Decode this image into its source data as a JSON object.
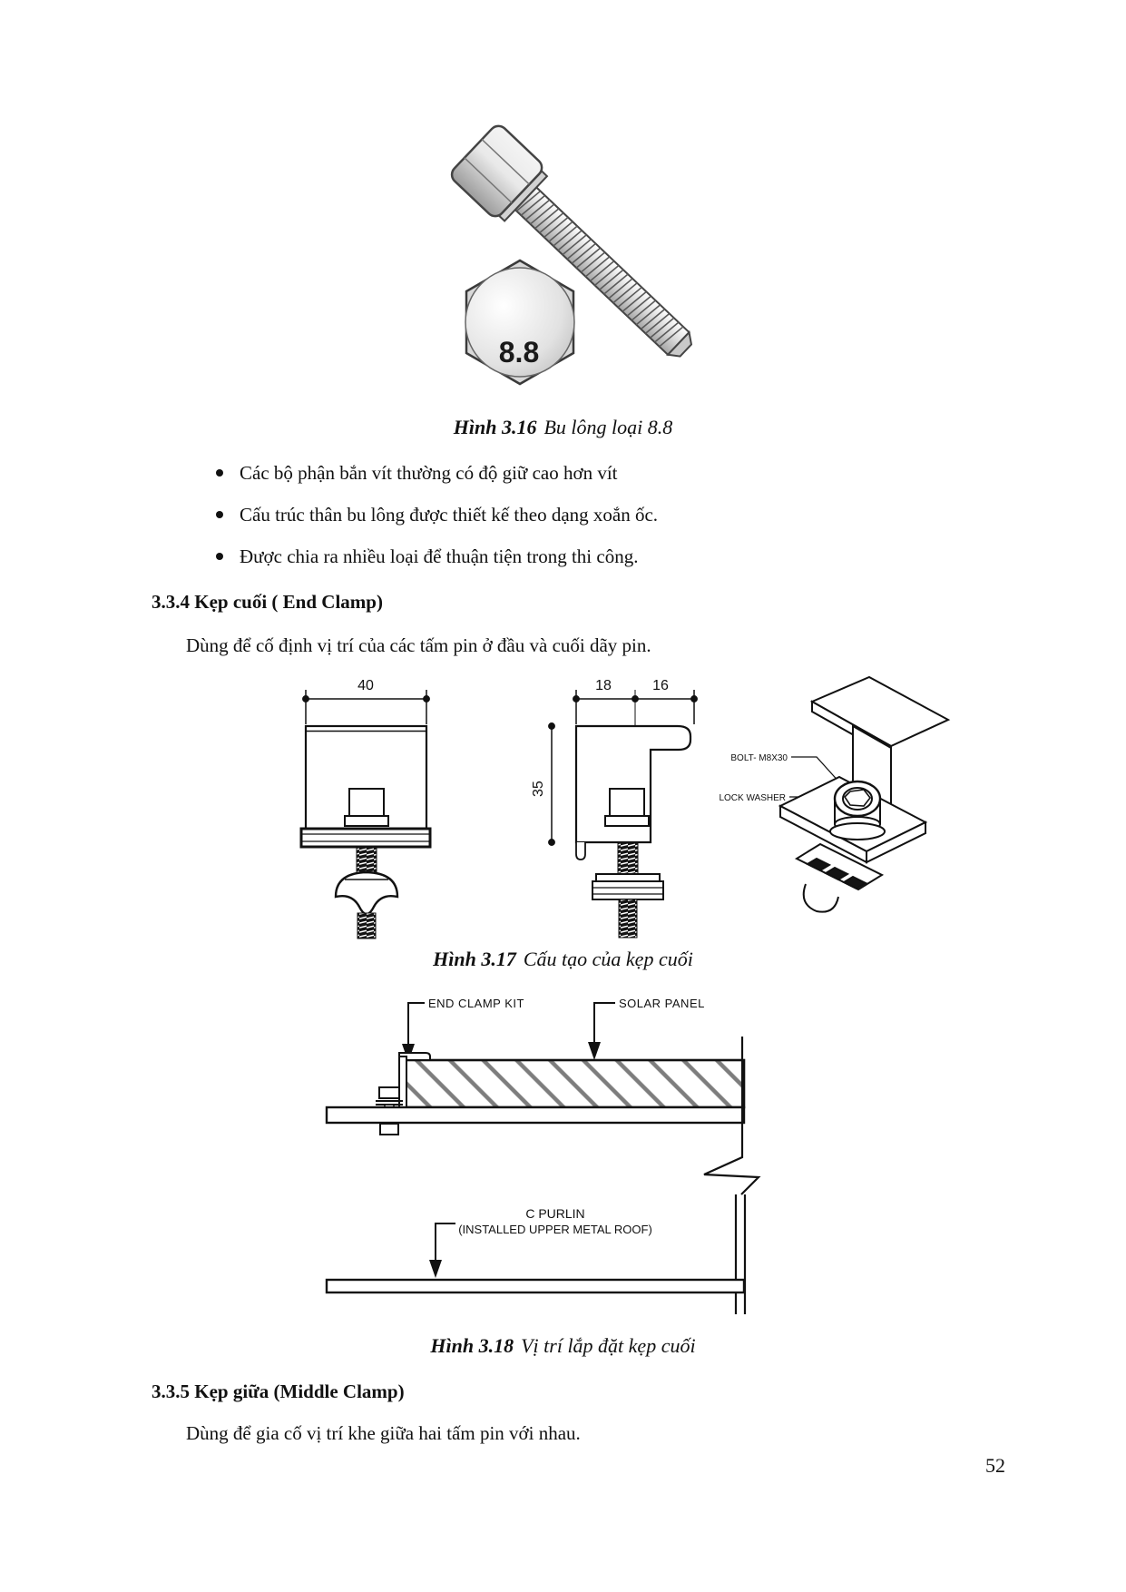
{
  "page": {
    "number": "52"
  },
  "figure316": {
    "caption_label": "Hình 3.16",
    "caption_text": "Bu lông loại 8.8",
    "bolt_grade": "8.8"
  },
  "bullets": [
    "Các bộ phận bắn vít thường có độ giữ cao hơn vít",
    "Cấu trúc thân bu lông được thiết kế theo dạng xoắn ốc.",
    "Được chia ra nhiều loại để thuận tiện trong thi công."
  ],
  "section334": {
    "heading": "3.3.4 Kẹp cuối ( End Clamp)",
    "body": "Dùng để cố định vị trí của các tấm pin ở đầu và cuối dãy pin."
  },
  "figure317": {
    "caption_label": "Hình 3.17",
    "caption_text": "Cấu tạo của kẹp cuối",
    "dims": {
      "front_width": "40",
      "top_back": "18",
      "top_front": "16",
      "height": "35"
    },
    "labels": {
      "bolt": "BOLT- M8X30",
      "washer": "LOCK WASHER"
    }
  },
  "figure318": {
    "caption_label": "Hình 3.18",
    "caption_text": "Vị trí lắp đặt kẹp cuối",
    "labels": {
      "end_clamp": "END CLAMP KIT",
      "solar_panel": "SOLAR PANEL",
      "purlin_line1": "C PURLIN",
      "purlin_line2": "(INSTALLED UPPER METAL ROOF)"
    }
  },
  "section335": {
    "heading": "3.3.5 Kẹp giữa (Middle Clamp)",
    "body": "Dùng để gia cố vị trí khe giữa hai tấm pin với nhau."
  }
}
